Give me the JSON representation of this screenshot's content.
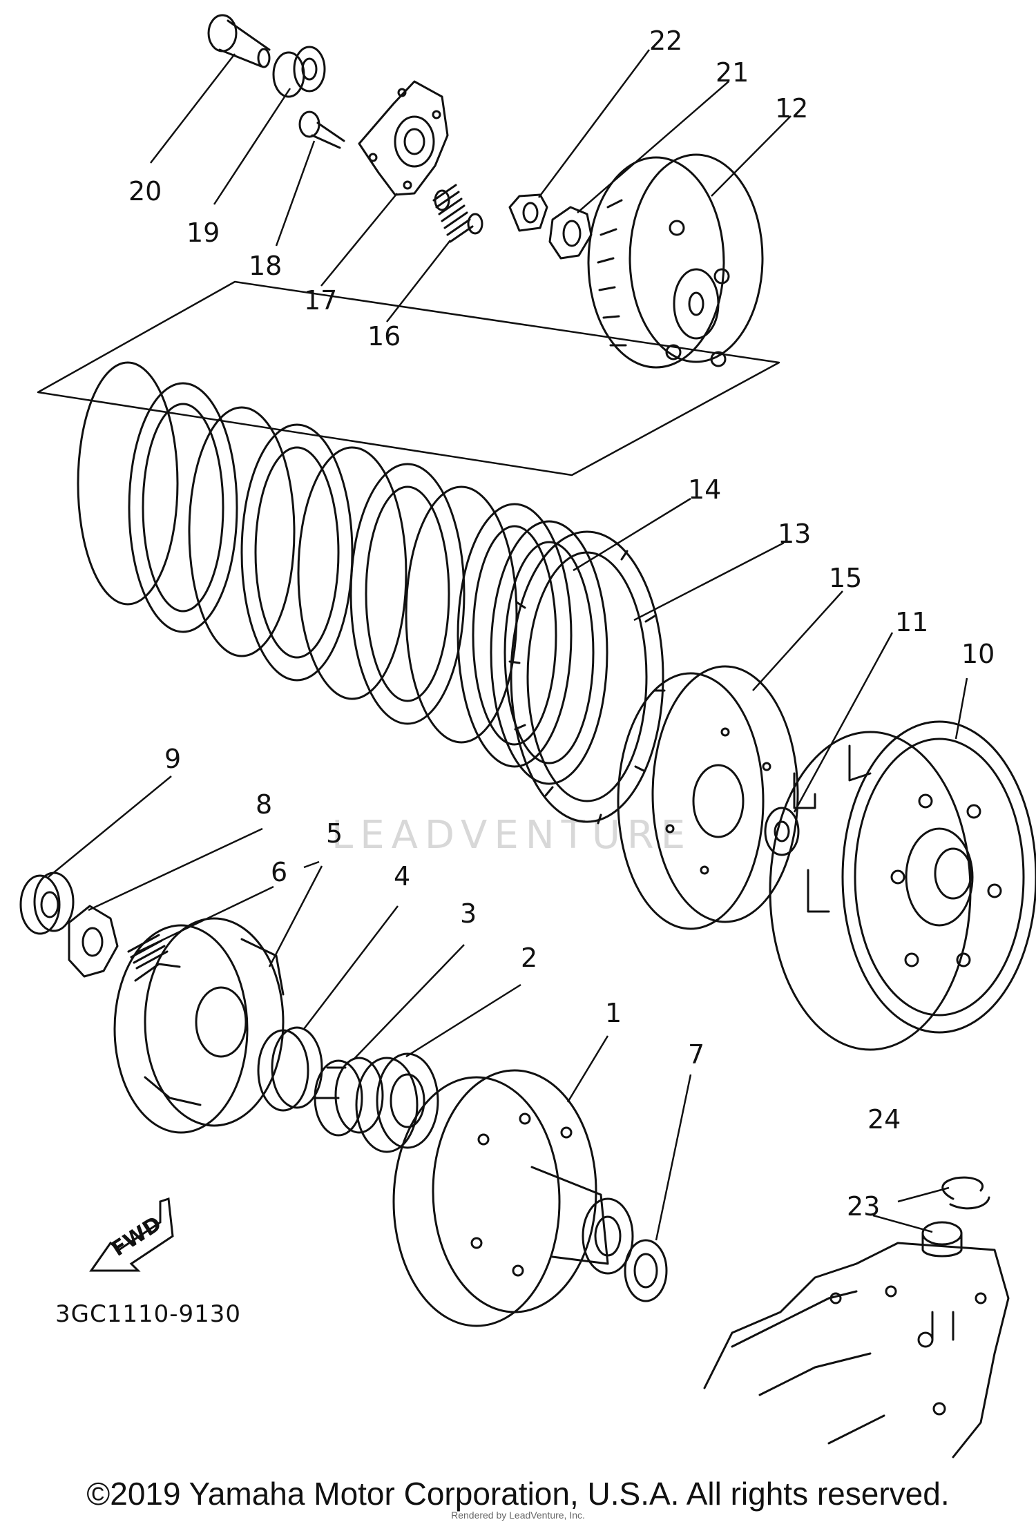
{
  "diagram": {
    "drawing_code": "3GC1110-9130",
    "watermark": "LEADVENTURE",
    "fwd_arrow_text": "FWD",
    "labels": [
      "1",
      "2",
      "3",
      "4",
      "5",
      "6",
      "7",
      "8",
      "9",
      "10",
      "11",
      "12",
      "13",
      "14",
      "15",
      "16",
      "17",
      "18",
      "19",
      "20",
      "21",
      "22",
      "23",
      "24"
    ]
  },
  "footer": {
    "copyright": "©2019 Yamaha Motor Corporation, U.S.A. All rights reserved.",
    "rendered_by": "Rendered by LeadVenture, Inc."
  },
  "colors": {
    "ink": "#111111",
    "background": "#ffffff",
    "watermark": "#d8d8d8"
  }
}
